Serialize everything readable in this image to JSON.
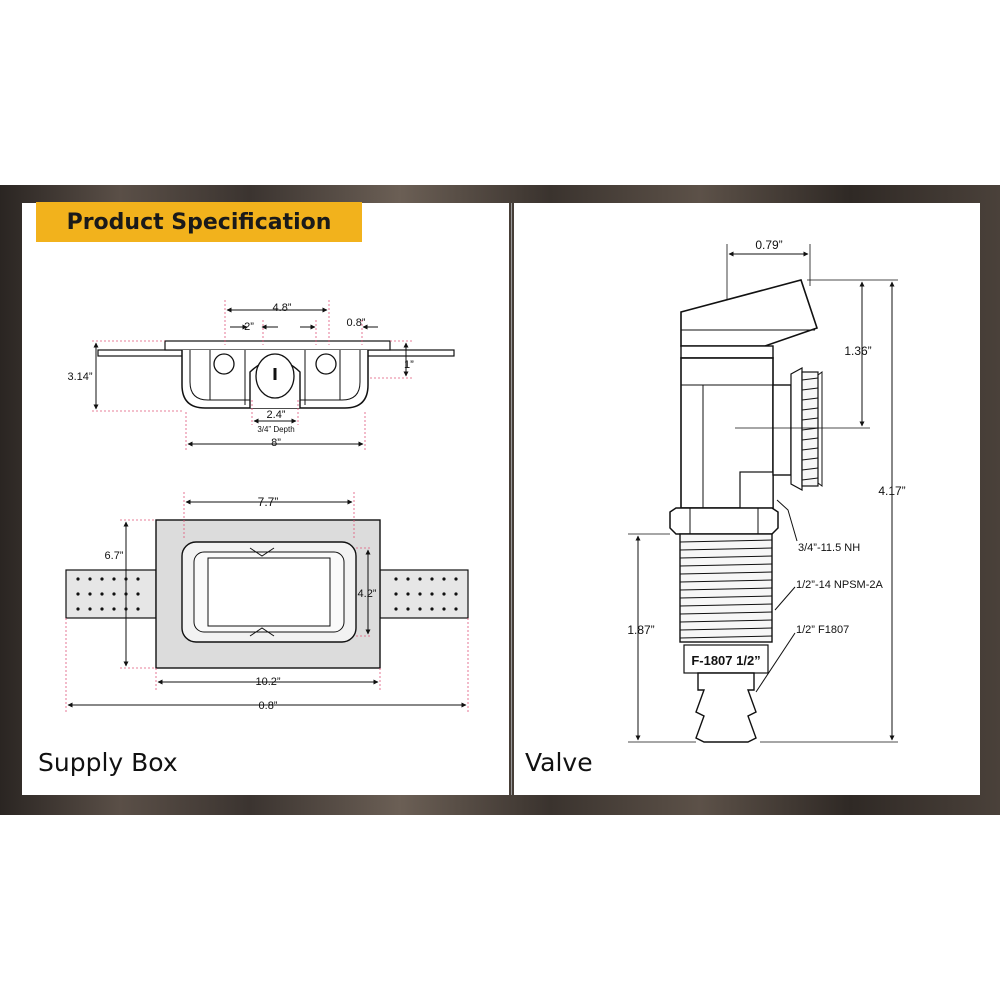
{
  "header": {
    "title": "Product Specification"
  },
  "supply_box": {
    "caption": "Supply Box",
    "top_view": {
      "dim_width_inner": "4.8”",
      "dim_hole_spacing": "2”",
      "dim_hole_size": "0.8”",
      "dim_height": "3.14”",
      "dim_flange": "1”",
      "dim_outlet": "2.4”",
      "depth_note": "3/4” Depth",
      "dim_total_width": "8”"
    },
    "front_view": {
      "dim_opening_width": "7.7”",
      "dim_height": "6.7”",
      "dim_opening_height": "4.2”",
      "dim_plate_width": "10.2”",
      "dim_overall_width": "0.8”"
    }
  },
  "valve": {
    "caption": "Valve",
    "dim_handle_width": "0.79”",
    "dim_outlet_height": "1.36”",
    "dim_overall_height": "4.17”",
    "dim_inlet_length": "1.87”",
    "callout_thread": "3/4”-11.5 NH",
    "callout_npsm": "1/2”-14 NPSM-2A",
    "callout_f1807": "1/2” F1807",
    "body_marking": "F-1807 1/2”"
  },
  "colors": {
    "accent": "#f2b21c",
    "guide_lines": "#e0557a",
    "line_art": "#111111"
  }
}
